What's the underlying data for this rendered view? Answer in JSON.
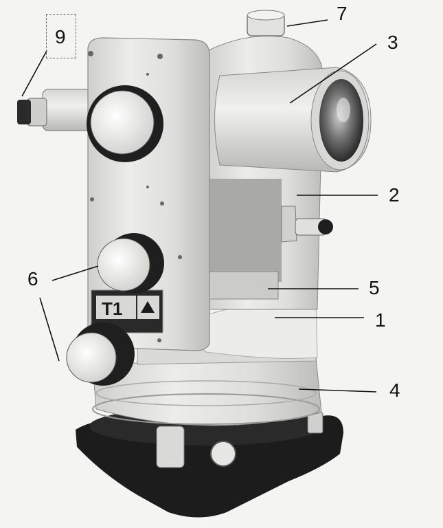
{
  "photo": {
    "subject_icon": "theodolite-photo",
    "plate_text": "T1",
    "colors": {
      "body": "#e3e3e1",
      "base": "#1c1c1c",
      "background": "#f4f4f2",
      "line": "#111111"
    }
  },
  "callouts": {
    "c1": "1",
    "c2": "2",
    "c3": "3",
    "c4": "4",
    "c5": "5",
    "c6": "6",
    "c7": "7",
    "c9": "9"
  }
}
